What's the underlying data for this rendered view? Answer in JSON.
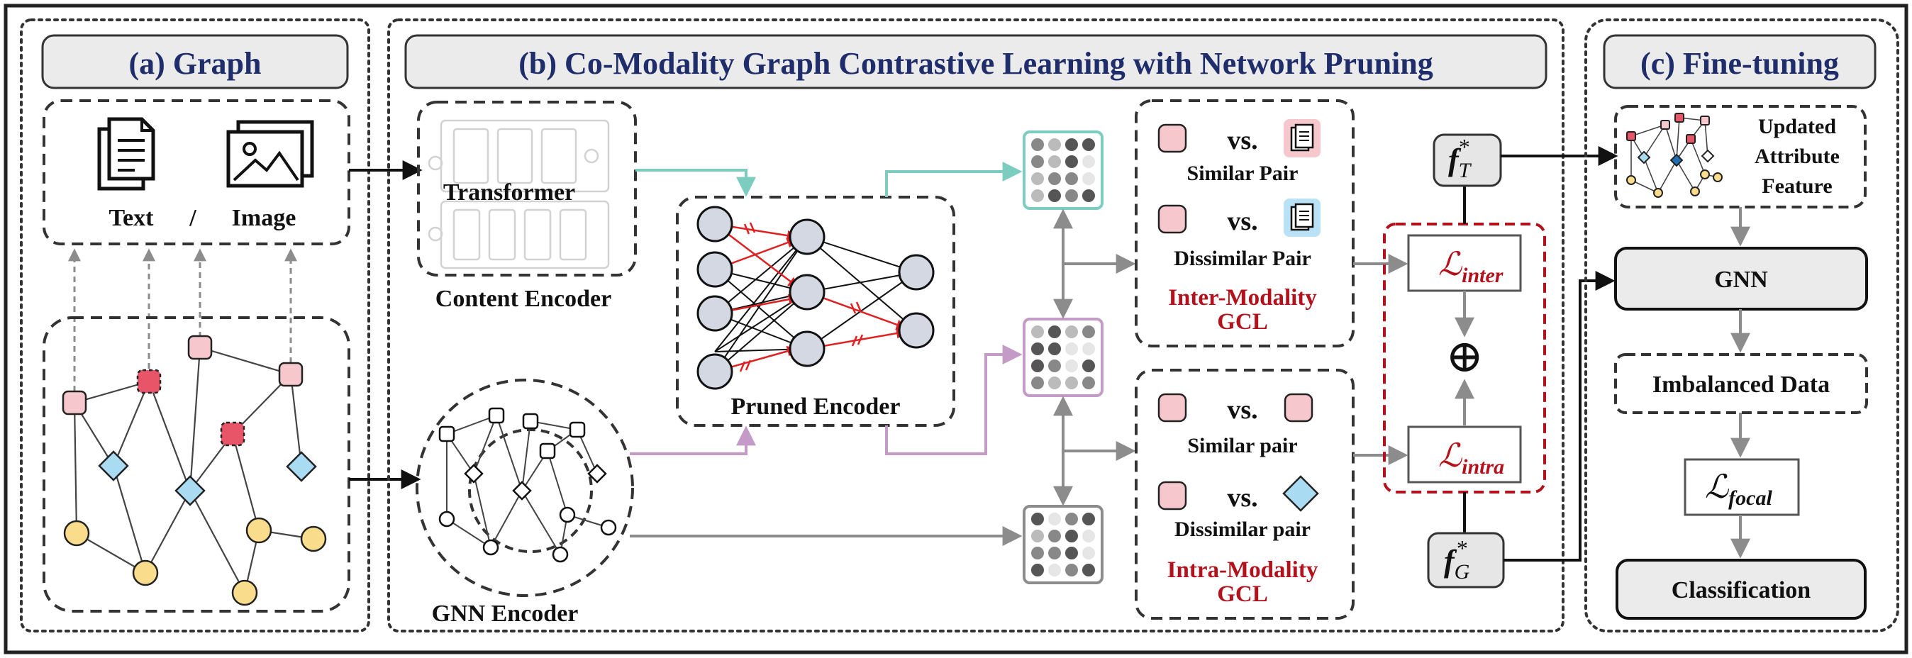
{
  "colors": {
    "header_text": "#1f2d6b",
    "header_fill": "#ebebeb",
    "gcl_red": "#b3121c",
    "node_pink": "#f6c7cc",
    "node_red": "#e95568",
    "node_blue": "#a9dcf3",
    "node_yellow": "#f9dc8c",
    "teal_arrow": "#7ccdc0",
    "purple_arrow": "#c49ac6",
    "gray_arrow": "#8c8c8c",
    "prune_red": "#e02020"
  },
  "panel_a": {
    "title": "(a) Graph",
    "text_label": "Text",
    "slash": "/",
    "image_label": "Image"
  },
  "panel_b": {
    "title": "(b) Co-Modality Graph Contrastive Learning with Network Pruning",
    "transformer_label": "Transformer",
    "content_encoder_label": "Content Encoder",
    "pruned_encoder_label": "Pruned Encoder",
    "gnn_encoder_label": "GNN Encoder",
    "vs_label": "vs.",
    "similar_pair": "Similar Pair",
    "dissimilar_pair": "Dissimilar Pair",
    "inter_gcl_line1": "Inter-Modality",
    "inter_gcl_line2": "GCL",
    "similar_pair_lower": "Similar pair",
    "dissimilar_pair_lower": "Dissimilar pair",
    "intra_gcl_line1": "Intra-Modality",
    "intra_gcl_line2": "GCL",
    "loss_symbol": "ℒ",
    "loss_inter_sub": "inter",
    "loss_intra_sub": "intra",
    "oplus": "⊕",
    "f_symbol": "f",
    "f_t_sub": "T",
    "f_g_sub": "G",
    "star": "*"
  },
  "panel_c": {
    "title": "(c) Fine-tuning",
    "updated_line1": "Updated",
    "updated_line2": "Attribute",
    "updated_line3": "Feature",
    "gnn_label": "GNN",
    "imbalanced_label": "Imbalanced Data",
    "loss_focal_sub": "focal",
    "classification_label": "Classification"
  },
  "icons": {
    "text_doc": "document-icon",
    "image": "image-icon"
  }
}
